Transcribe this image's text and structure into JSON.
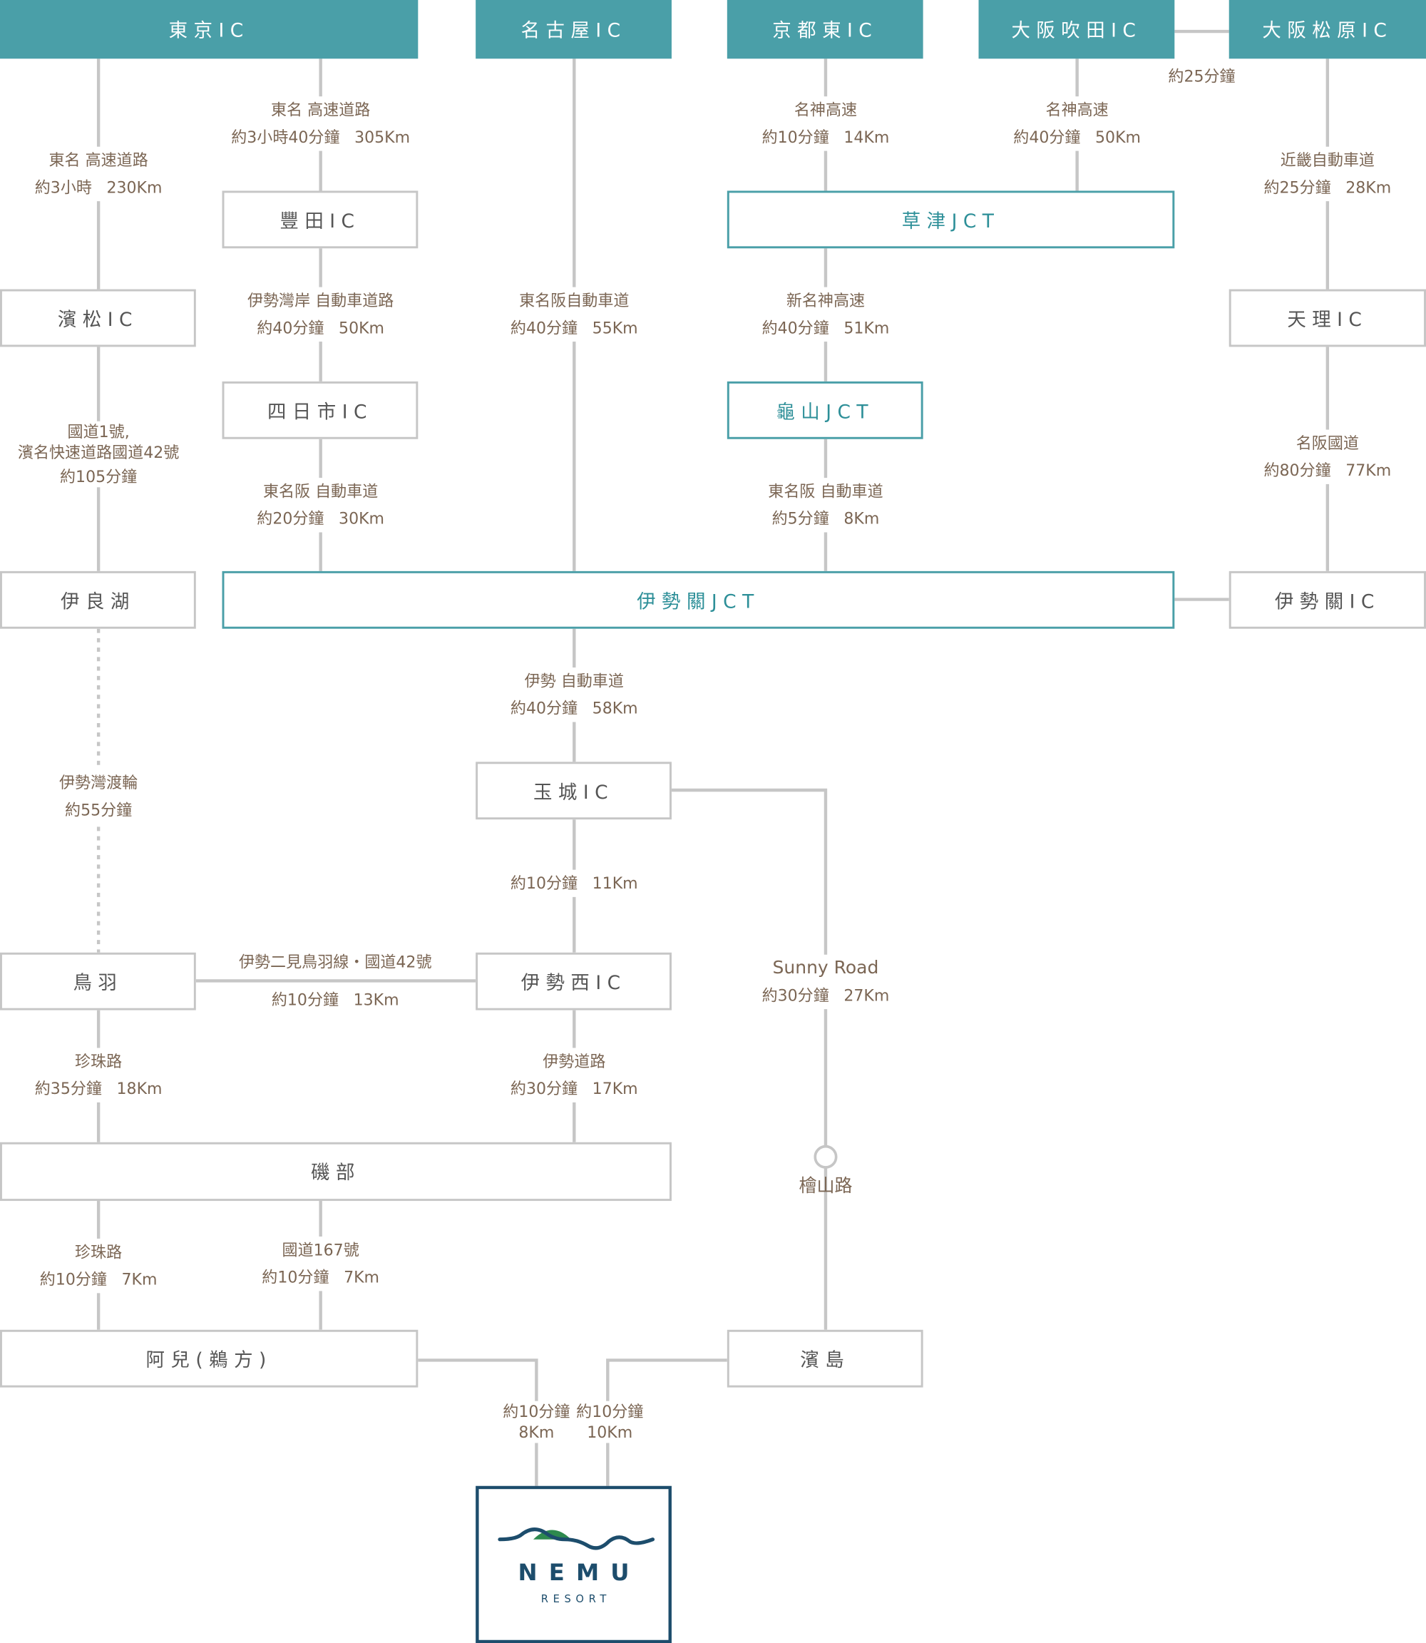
{
  "nodes": {
    "tokyo_ic": "東京IC",
    "nagoya_ic": "名古屋IC",
    "kyoto_higashi_ic": "京都東IC",
    "osaka_suita_ic": "大阪吹田IC",
    "osaka_matsubara_ic": "大阪松原IC",
    "toyota_ic": "豐田IC",
    "kusatsu_jct": "草津JCT",
    "hamamatsu_ic": "濱松IC",
    "tenri_ic": "天理IC",
    "yokkaichi_ic": "四日市IC",
    "kameyama_jct": "龜山JCT",
    "irago": "伊良湖",
    "ise_seki_jct": "伊勢關JCT",
    "ise_seki_ic": "伊勢關IC",
    "tamaki_ic": "玉城IC",
    "toba": "鳥羽",
    "ise_nishi_ic": "伊勢西IC",
    "isobe": "磯部",
    "hinokiyama_road": "檜山路",
    "ago": "阿兒(鵜方)",
    "hamajima": "濱島"
  },
  "routes": {
    "tokyo_toyota": {
      "road": "東名 高速道路",
      "time": "約3小時40分鐘",
      "dist": "305Km"
    },
    "tokyo_hamamatsu": {
      "road": "東名 高速道路",
      "time": "約3小時",
      "dist": "230Km"
    },
    "kyoto_kusatsu": {
      "road": "名神高速",
      "time": "約10分鐘",
      "dist": "14Km"
    },
    "suita_kusatsu": {
      "road": "名神高速",
      "time": "約40分鐘",
      "dist": "50Km"
    },
    "suita_matsubara": {
      "time": "約25分鐘"
    },
    "matsubara_tenri": {
      "road": "近畿自動車道",
      "time": "約25分鐘",
      "dist": "28Km"
    },
    "toyota_yokkaichi": {
      "road": "伊勢灣岸 自動車道路",
      "time": "約40分鐘",
      "dist": "50Km"
    },
    "nagoya_iseseki": {
      "road": "東名阪自動車道",
      "time": "約40分鐘",
      "dist": "55Km"
    },
    "kusatsu_kameyama": {
      "road": "新名神高速",
      "time": "約40分鐘",
      "dist": "51Km"
    },
    "hamamatsu_irago": {
      "road1": "國道1號,",
      "road2": "濱名快速道路國道42號",
      "time": "約105分鐘"
    },
    "tenri_iseseki": {
      "road": "名阪國道",
      "time": "約80分鐘",
      "dist": "77Km"
    },
    "yokkaichi_iseseki": {
      "road": "東名阪 自動車道",
      "time": "約20分鐘",
      "dist": "30Km"
    },
    "kameyama_iseseki": {
      "road": "東名阪 自動車道",
      "time": "約5分鐘",
      "dist": "8Km"
    },
    "iseseki_tamaki": {
      "road": "伊勢 自動車道",
      "time": "約40分鐘",
      "dist": "58Km"
    },
    "irago_toba": {
      "road": "伊勢灣渡輪",
      "time": "約55分鐘"
    },
    "tamaki_isenishi": {
      "time": "約10分鐘",
      "dist": "11Km"
    },
    "toba_isenishi": {
      "road": "伊勢二見鳥羽線・國道42號",
      "time": "約10分鐘",
      "dist": "13Km"
    },
    "tamaki_hinokiyama": {
      "road": "Sunny Road",
      "time": "約30分鐘",
      "dist": "27Km"
    },
    "toba_isobe": {
      "road": "珍珠路",
      "time": "約35分鐘",
      "dist": "18Km"
    },
    "isenishi_isobe": {
      "road": "伊勢道路",
      "time": "約30分鐘",
      "dist": "17Km"
    },
    "isobe_ago_pearl": {
      "road": "珍珠路",
      "time": "約10分鐘",
      "dist": "7Km"
    },
    "isobe_ago_167": {
      "road": "國道167號",
      "time": "約10分鐘",
      "dist": "7Km"
    },
    "ago_nemu": {
      "time": "約10分鐘",
      "dist": "8Km"
    },
    "hamajima_nemu": {
      "time": "約10分鐘",
      "dist": "10Km"
    }
  },
  "logo": {
    "name": "NEMU",
    "sub": "RESORT"
  },
  "colors": {
    "teal": "#4a9fa8",
    "line": "#c6c6c6",
    "label": "#7b6654",
    "logo_navy": "#1d4d6c",
    "logo_green": "#2e8a4e"
  }
}
